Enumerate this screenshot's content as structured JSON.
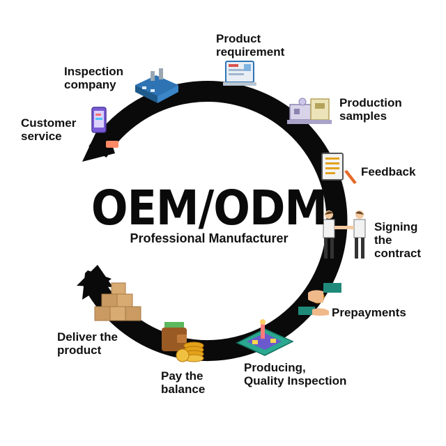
{
  "diagram": {
    "title": "OEM/ODM",
    "subtitle": "Professional Manufacturer",
    "steps": [
      {
        "label": "Product\nrequirement",
        "icon": "laptop-icon"
      },
      {
        "label": "Production\nsamples",
        "icon": "factory-machine-icon"
      },
      {
        "label": "Feedback",
        "icon": "clipboard-pen-icon"
      },
      {
        "label": "Signing\nthe\ncontract",
        "icon": "handshake-icon"
      },
      {
        "label": "Prepayments",
        "icon": "hand-coin-icon"
      },
      {
        "label": "Producing,\nQuality Inspection",
        "icon": "circuit-board-icon"
      },
      {
        "label": "Pay the\nbalance",
        "icon": "wallet-coins-icon"
      },
      {
        "label": "Deliver the\nproduct",
        "icon": "boxes-icon"
      },
      {
        "label": "Customer\nservice",
        "icon": "phone-chat-icon"
      },
      {
        "label": "Inspection\ncompany",
        "icon": "building-icon"
      }
    ]
  },
  "colors": {
    "ring": "#0a0a0a",
    "text": "#111111",
    "accent_blue": "#2e74b5",
    "accent_teal": "#1f8a7a",
    "accent_gold": "#e3a21a",
    "accent_box": "#c99a62"
  }
}
